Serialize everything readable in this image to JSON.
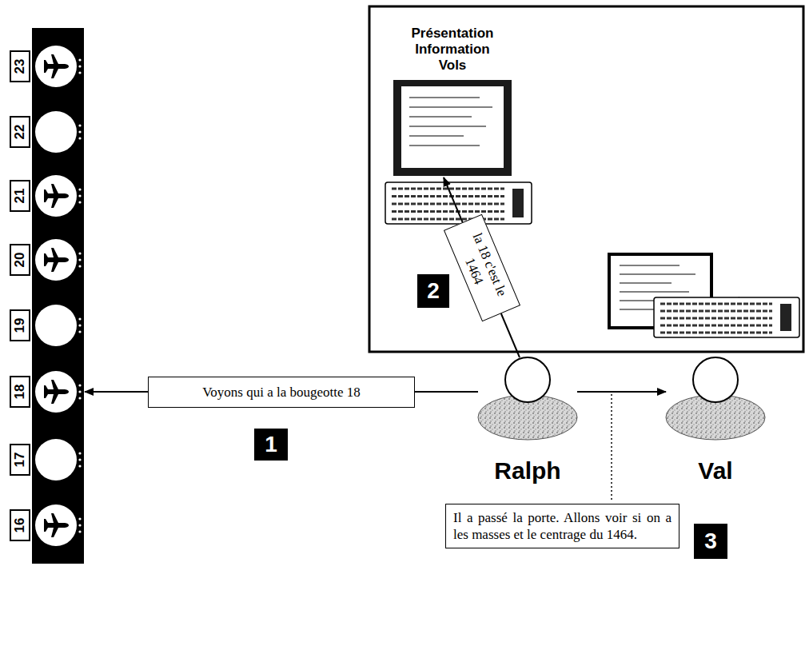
{
  "diagram": {
    "nodes": [
      {
        "text": [
          "23"
        ]
      },
      {
        "text": [
          "22"
        ]
      },
      {
        "text": [
          "21"
        ]
      },
      {
        "text": [
          "20"
        ]
      },
      {
        "text": [
          "19"
        ]
      },
      {
        "text": [
          "18"
        ]
      },
      {
        "text": [
          "17"
        ]
      },
      {
        "text": [
          "16"
        ]
      },
      {
        "text": [
          "Présentation Information Vols"
        ]
      },
      {
        "text": [
          "Ralph"
        ]
      },
      {
        "text": [
          "Val"
        ]
      }
    ],
    "edges": [
      {
        "from": 9,
        "to": 5,
        "arrow": "to",
        "label": "Voyons qui a la bougeotte 18"
      },
      {
        "from": 9,
        "to": 8,
        "arrow": "to",
        "label": "la 18 c'est le 1464"
      },
      {
        "from": 9,
        "to": 10,
        "arrow": "to",
        "label": "Il a passé la porte. Allons voir si on a les masses et le centrage du 1464."
      }
    ],
    "labels": [
      "1",
      "2",
      "3"
    ]
  }
}
